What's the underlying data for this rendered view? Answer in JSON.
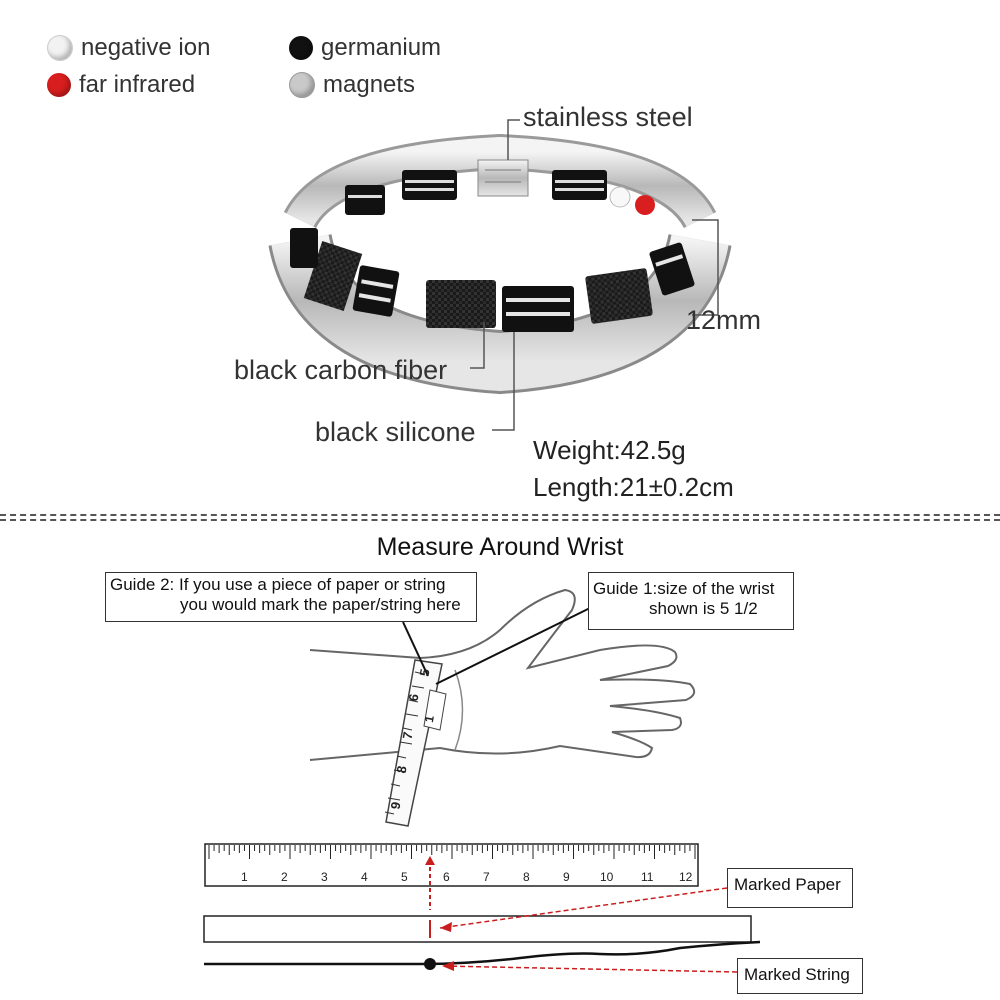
{
  "legend": [
    {
      "label": "negative ion",
      "color": "#f2f2f2"
    },
    {
      "label": "germanium",
      "color": "#111111"
    },
    {
      "label": "far infrared",
      "color": "#d81e1e"
    },
    {
      "label": "magnets",
      "color": "#c9c9c9"
    }
  ],
  "labels": {
    "stainless_steel": "stainless steel",
    "width": "12mm",
    "carbon_fiber": "black carbon fiber",
    "silicone": "black silicone"
  },
  "specs": {
    "weight": "Weight:42.5g",
    "length": "Length:21±0.2cm"
  },
  "measure": {
    "title": "Measure Around Wrist",
    "guide2_line1": "Guide 2: If you use a piece of paper or string",
    "guide2_line2": "you would mark the paper/string here",
    "guide1_line1": "Guide 1:size of the wrist",
    "guide1_line2": "shown is 5 1/2",
    "tape_numbers": [
      "5",
      "6",
      "7",
      "8",
      "9"
    ],
    "tape_mark": "1",
    "ruler_numbers": [
      "1",
      "2",
      "3",
      "4",
      "5",
      "6",
      "7",
      "8",
      "9",
      "10",
      "11",
      "12"
    ],
    "marked_paper": "Marked Paper",
    "marked_string": "Marked String"
  }
}
